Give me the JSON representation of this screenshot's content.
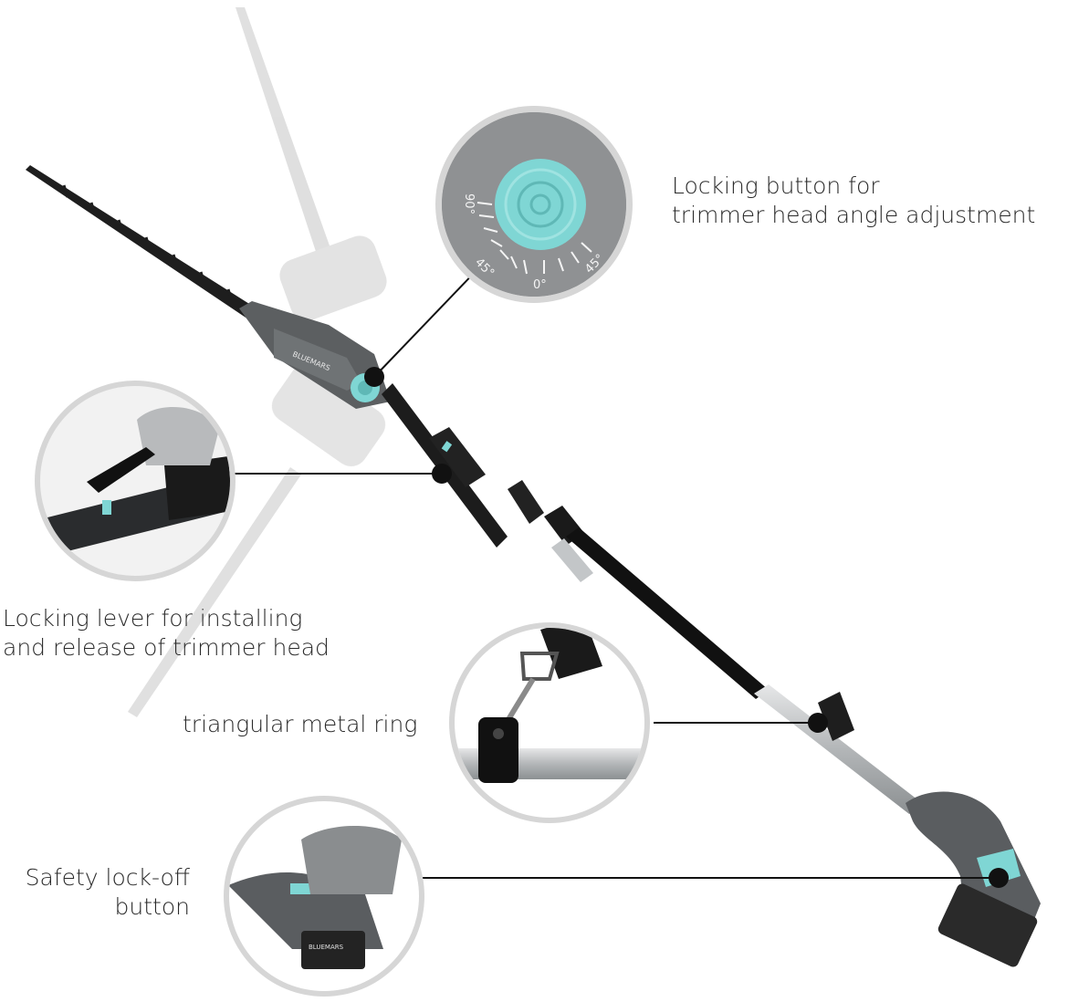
{
  "brand": "BLUEMARS",
  "callouts": {
    "angle_button": {
      "line1": "Locking button for",
      "line2": "trimmer head angle adjustment",
      "dial_marks": [
        "90°",
        "45°",
        "0°",
        "45°"
      ]
    },
    "locking_lever": {
      "line1": "Locking lever for installing",
      "line2": "and release of trimmer head"
    },
    "metal_ring": {
      "line1": "triangular metal ring"
    },
    "safety_button": {
      "line1": "Safety lock-off",
      "line2": "button"
    }
  },
  "colors": {
    "accent": "#7fd6d4",
    "tool_dark": "#1e1e1e",
    "housing_grey": "#5c5f61",
    "shaft_silver": "#b9bcbe",
    "circle_border": "#d2d2d2"
  }
}
